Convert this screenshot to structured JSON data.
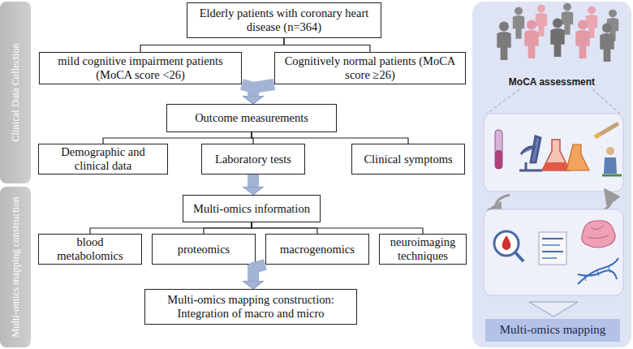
{
  "diagram": {
    "nodes": [
      {
        "text": [
          "Clinical Data Collection"
        ]
      },
      {
        "text": [
          "Elderly patients with coronary heart disease (n=364)"
        ]
      },
      {
        "text": [
          "mild cognitive impairment patients (MoCA score <26)"
        ]
      },
      {
        "text": [
          "Cognitively normal patients (MoCA score ≥26)"
        ]
      },
      {
        "text": [
          "Outcome measurements"
        ]
      },
      {
        "text": [
          "Demographic and clinical data"
        ]
      },
      {
        "text": [
          "Laboratory tests"
        ]
      },
      {
        "text": [
          "Clinical symptoms"
        ]
      },
      {
        "text": [
          "Multi-omics mapping construction"
        ]
      },
      {
        "text": [
          "Multi-omics information"
        ]
      },
      {
        "text": [
          "blood metabolomics"
        ]
      },
      {
        "text": [
          "proteomics"
        ]
      },
      {
        "text": [
          "macrogenomics"
        ]
      },
      {
        "text": [
          "neuroimaging techniques"
        ]
      },
      {
        "text": [
          "Multi-omics mapping construction: Integration of macro and micro"
        ]
      },
      {
        "text": [
          "MoCA assessment"
        ]
      },
      {
        "text": [
          "Multi-omics mapping"
        ],
        "in": 15
      }
    ],
    "edges": [
      {
        "from": 1,
        "to": 2,
        "arrow": "none"
      },
      {
        "from": 1,
        "to": 3,
        "arrow": "none"
      },
      {
        "from": 2,
        "to": 4,
        "arrow": "to"
      },
      {
        "from": 3,
        "to": 4,
        "arrow": "to"
      },
      {
        "from": 4,
        "to": 5,
        "arrow": "none"
      },
      {
        "from": 4,
        "to": 6,
        "arrow": "none"
      },
      {
        "from": 4,
        "to": 7,
        "arrow": "none"
      },
      {
        "from": 6,
        "to": 9,
        "arrow": "to"
      },
      {
        "from": 9,
        "to": 10,
        "arrow": "none"
      },
      {
        "from": 9,
        "to": 11,
        "arrow": "none"
      },
      {
        "from": 9,
        "to": 12,
        "arrow": "none"
      },
      {
        "from": 9,
        "to": 13,
        "arrow": "none"
      },
      {
        "from": 11,
        "to": 14,
        "arrow": "to"
      },
      {
        "from": 12,
        "to": 14,
        "arrow": "to"
      }
    ]
  }
}
